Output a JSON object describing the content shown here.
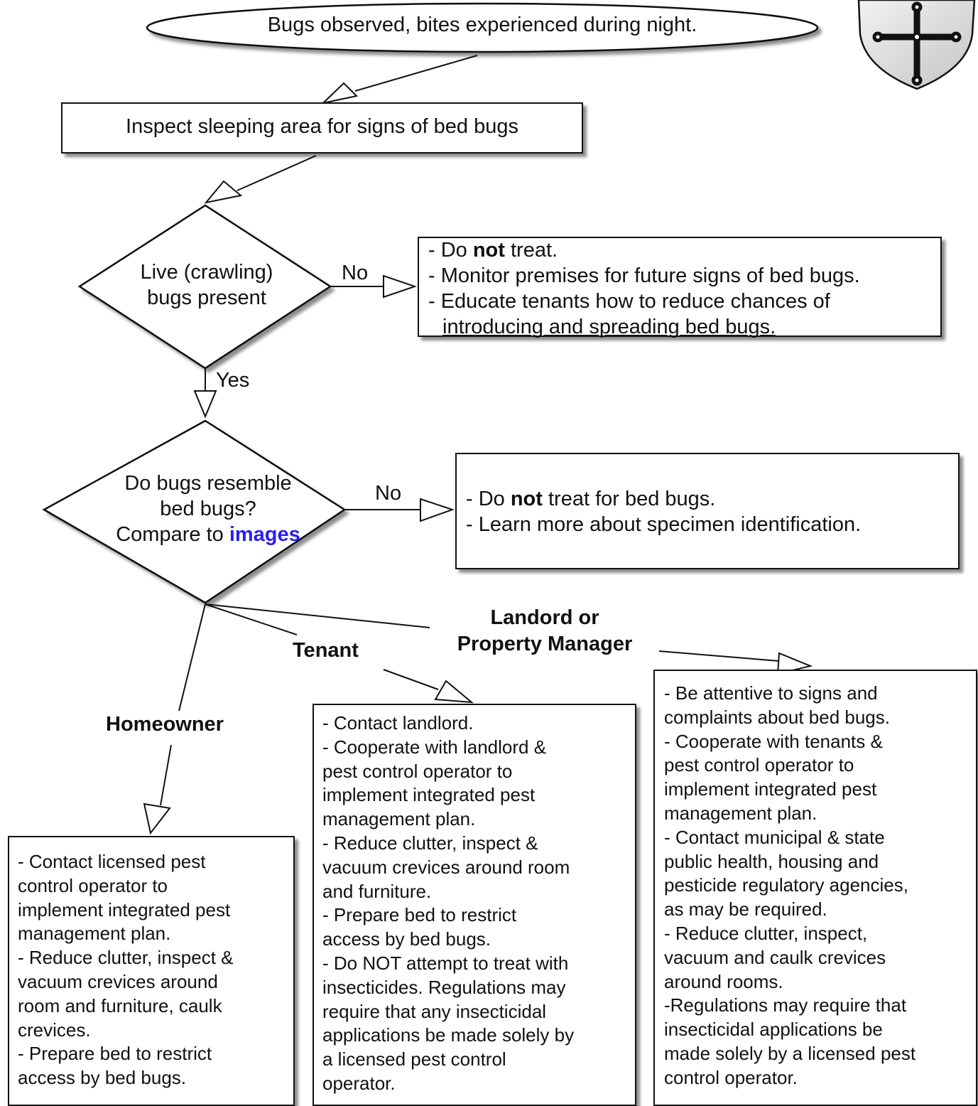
{
  "start": {
    "text": "Bugs observed, bites experienced during night."
  },
  "inspect": {
    "text": "Inspect sleeping area for signs of bed bugs"
  },
  "decision_live": {
    "line1": "Live (crawling)",
    "line2": "bugs present"
  },
  "edge_labels": {
    "no_1": "No",
    "yes": "Yes",
    "no_2": "No",
    "tenant": "Tenant",
    "landlord_line1": "Landord or",
    "landlord_line2": "Property Manager",
    "homeowner": "Homeowner"
  },
  "no_live_box": {
    "l1_pre": "- Do ",
    "l1_bold": "not",
    "l1_post": " treat.",
    "l2": "- Monitor premises for future signs of bed bugs.",
    "l3": "- Educate tenants how to reduce chances of",
    "l4": "introducing and spreading bed bugs."
  },
  "decision_resemble": {
    "line1": "Do bugs resemble",
    "line2": "bed bugs?",
    "line3_pre": "Compare to ",
    "line3_link": "images"
  },
  "not_bedbug_box": {
    "l1_pre": "- Do ",
    "l1_bold": "not",
    "l1_post": " treat for bed bugs.",
    "l2": "- Learn more about specimen identification."
  },
  "homeowner_box": {
    "lines": [
      "- Contact licensed pest",
      "control operator to",
      "implement integrated pest",
      "management plan.",
      "- Reduce clutter, inspect &",
      "vacuum crevices around",
      "room and furniture, caulk",
      "crevices.",
      "- Prepare bed to restrict",
      "access by bed bugs."
    ]
  },
  "tenant_box": {
    "lines": [
      "- Contact landlord.",
      "- Cooperate with landlord &",
      "pest control operator to",
      "implement integrated pest",
      "management plan.",
      "- Reduce clutter, inspect &",
      "vacuum crevices around room",
      "and furniture.",
      "- Prepare bed to restrict",
      "access by bed bugs.",
      "- Do NOT attempt to treat with",
      "insecticides.  Regulations may",
      "require that any insecticidal",
      "applications be made solely by",
      "a licensed pest control",
      "operator."
    ]
  },
  "landlord_box": {
    "lines": [
      "- Be attentive to signs and",
      "complaints about bed bugs.",
      "- Cooperate with tenants &",
      "pest control operator to",
      "implement integrated pest",
      "management plan.",
      "- Contact municipal & state",
      "public health, housing and",
      "pesticide regulatory agencies,",
      "as may be required.",
      "- Reduce clutter, inspect,",
      "vacuum and caulk crevices",
      "around rooms.",
      "-Regulations may require that",
      "insecticidal applications be",
      "made solely by a licensed pest",
      "control operator."
    ]
  },
  "colors": {
    "stroke": "#111111",
    "link": "#2a1ff0",
    "shield": "#d8d8d8"
  },
  "icons": {
    "emblem": "shield-cross-icon"
  }
}
